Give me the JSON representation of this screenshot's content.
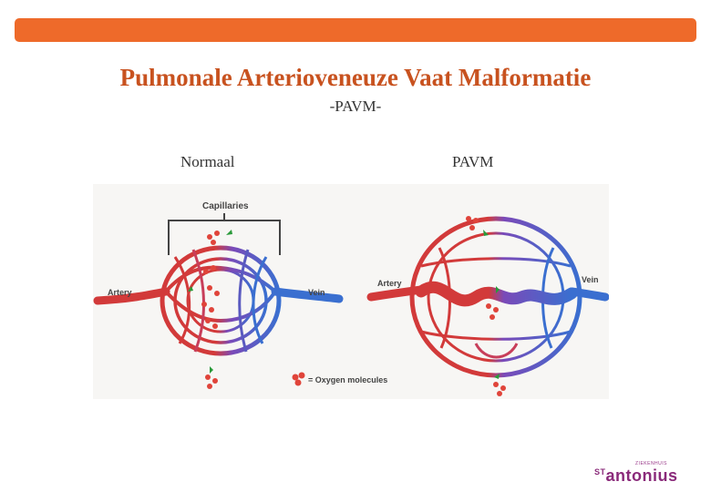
{
  "header": {
    "title": "Pulmonale Arterioveneuze Vaat Malformatie",
    "subtitle": "-PAVM-"
  },
  "panels": {
    "left_label": "Normaal",
    "right_label": "PAVM"
  },
  "diagram": {
    "capillaries_label": "Capillaries",
    "left_artery_label": "Artery",
    "left_vein_label": "Vein",
    "right_artery_label": "Artery",
    "right_vein_label": "Vein",
    "legend_label": "= Oxygen molecules"
  },
  "logo": {
    "small_text": "ZIEKENHUIS",
    "prefix": "ST",
    "name": "antonius"
  },
  "colors": {
    "accent": "#ee6a2a",
    "title": "#c8521f",
    "artery": "#d23a3a",
    "vein": "#3a6fd0",
    "logo": "#8a2a7a"
  }
}
